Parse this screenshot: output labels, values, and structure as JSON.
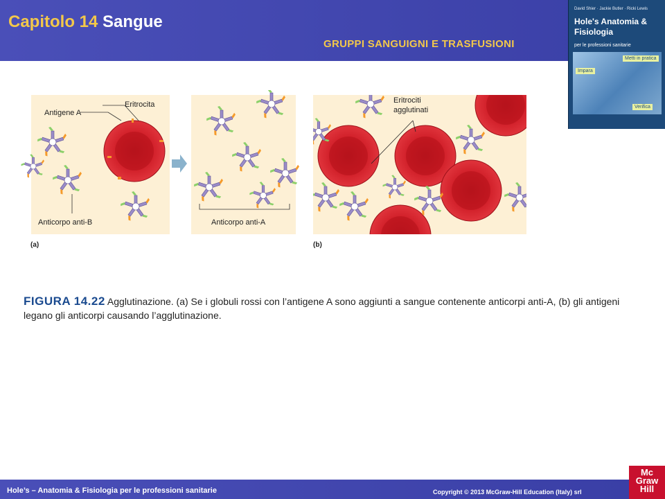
{
  "header": {
    "chapter": "Capitolo 14",
    "subject": "Sangue",
    "section": "GRUPPI SANGUIGNI E TRASFUSIONI"
  },
  "cover": {
    "authors": "David Shier · Jackie Butler · Ricki Lewis",
    "title": "Hole's Anatomia & Fisiologia",
    "subtitle": "per le professioni sanitarie",
    "badge1": "Metti in pratica",
    "badge2": "Impara",
    "badge3": "Verifica"
  },
  "figure": {
    "panel_a_label": "(a)",
    "panel_b_label": "(b)",
    "labels": {
      "antigen_a": "Antigene A",
      "erythrocyte": "Eritrocita",
      "anti_b": "Anticorpo anti-B",
      "anti_a": "Anticorpo anti-A",
      "agglutinated_1": "Eritrociti",
      "agglutinated_2": "agglutinati"
    },
    "colors": {
      "panel_bg": "#fdf0d5",
      "rbc": "#d8202a",
      "antibody": "#9a8cc8",
      "antigen": "#f59a2a",
      "arrow": "#8ab2cc"
    }
  },
  "caption": {
    "figure_number": "FIGURA 14.22",
    "text": " Agglutinazione. (a) Se i globuli rossi con l’antigene A sono aggiunti a sangue contenente anticorpi anti-A, (b) gli antigeni legano gli anticorpi causando l’agglutinazione."
  },
  "footer": {
    "book": "Hole’s – Anatomia & Fisiologia per le professioni sanitarie",
    "copyright": "Copyright © 2013 McGraw-Hill Education (Italy) srl",
    "publisher_logo": "Mc Graw Hill"
  }
}
